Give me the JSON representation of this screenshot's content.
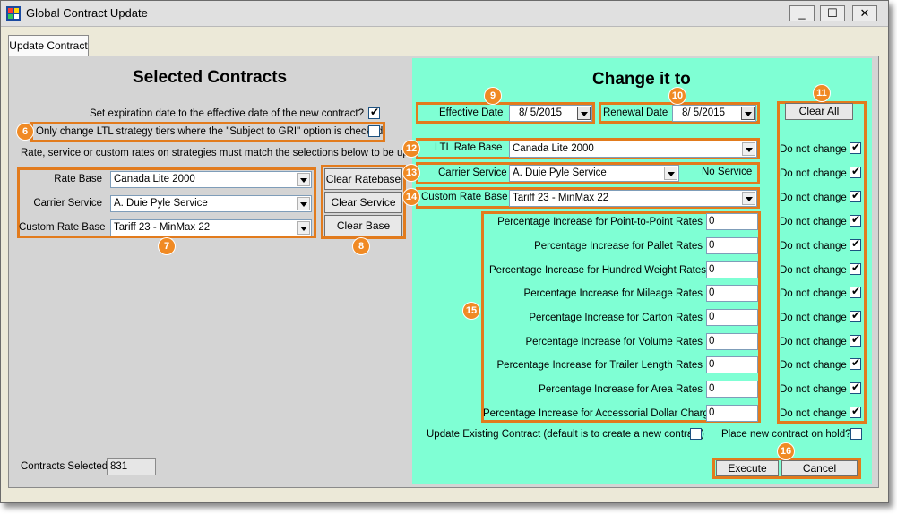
{
  "window": {
    "title": "Global Contract Update",
    "minimize": "_",
    "maximize": "☐",
    "close": "✕"
  },
  "tab": {
    "label": "Update Contract"
  },
  "left": {
    "heading": "Selected Contracts",
    "expiration_label": "Set expiration date to the effective date of the new contract?",
    "expiration_checked": true,
    "ltl_label": "Only change LTL strategy tiers where the \"Subject to GRI\" option is checked",
    "ltl_checked": false,
    "note": "Rate, service or custom rates on strategies must match the selections below to be updated",
    "rate_base_label": "Rate Base",
    "rate_base_value": "Canada Lite 2000",
    "carrier_service_label": "Carrier Service",
    "carrier_service_value": "A. Duie Pyle Service",
    "custom_rate_base_label": "Custom Rate Base",
    "custom_rate_base_value": "Tariff 23 - MinMax 22",
    "clear_ratebase": "Clear Ratebase",
    "clear_service": "Clear Service",
    "clear_base": "Clear Base",
    "contracts_selected_label": "Contracts Selected",
    "contracts_selected_value": "831"
  },
  "right": {
    "heading": "Change it to",
    "effective_date_label": "Effective Date",
    "effective_date_value": "8/  5/2015",
    "renewal_date_label": "Renewal Date",
    "renewal_date_value": "8/  5/2015",
    "clear_all": "Clear All",
    "ltl_rate_base_label": "LTL Rate Base",
    "ltl_rate_base_value": "Canada Lite 2000",
    "carrier_service_label": "Carrier Service",
    "carrier_service_value": "A. Duie Pyle Service",
    "no_service": "No Service",
    "custom_rate_base_label": "Custom Rate Base",
    "custom_rate_base_value": "Tariff 23 - MinMax 22",
    "percentages": [
      {
        "label": "Percentage Increase for Point-to-Point Rates",
        "value": "0"
      },
      {
        "label": "Percentage Increase for Pallet Rates",
        "value": "0"
      },
      {
        "label": "Percentage Increase for Hundred Weight Rates",
        "value": "0"
      },
      {
        "label": "Percentage Increase for Mileage Rates",
        "value": "0"
      },
      {
        "label": "Percentage Increase for Carton Rates",
        "value": "0"
      },
      {
        "label": "Percentage Increase for Volume Rates",
        "value": "0"
      },
      {
        "label": "Percentage Increase for Trailer Length Rates",
        "value": "0"
      },
      {
        "label": "Percentage Increase for Area Rates",
        "value": "0"
      },
      {
        "label": "Percentage Increase for Accessorial Dollar Charges",
        "value": "0"
      }
    ],
    "do_not_change_label": "Do not change",
    "update_existing_label": "Update Existing Contract (default is to create a new contract)",
    "update_existing_checked": false,
    "place_on_hold_label": "Place new contract on hold?",
    "place_on_hold_checked": false,
    "execute": "Execute",
    "cancel": "Cancel"
  },
  "badges": [
    "6",
    "7",
    "8",
    "9",
    "10",
    "11",
    "12",
    "13",
    "14",
    "15",
    "16"
  ],
  "colors": {
    "panel_bg": "#d4d4d4",
    "change_bg": "#7fffd4",
    "highlight": "#e27b1d",
    "badge": "#f08a24"
  }
}
